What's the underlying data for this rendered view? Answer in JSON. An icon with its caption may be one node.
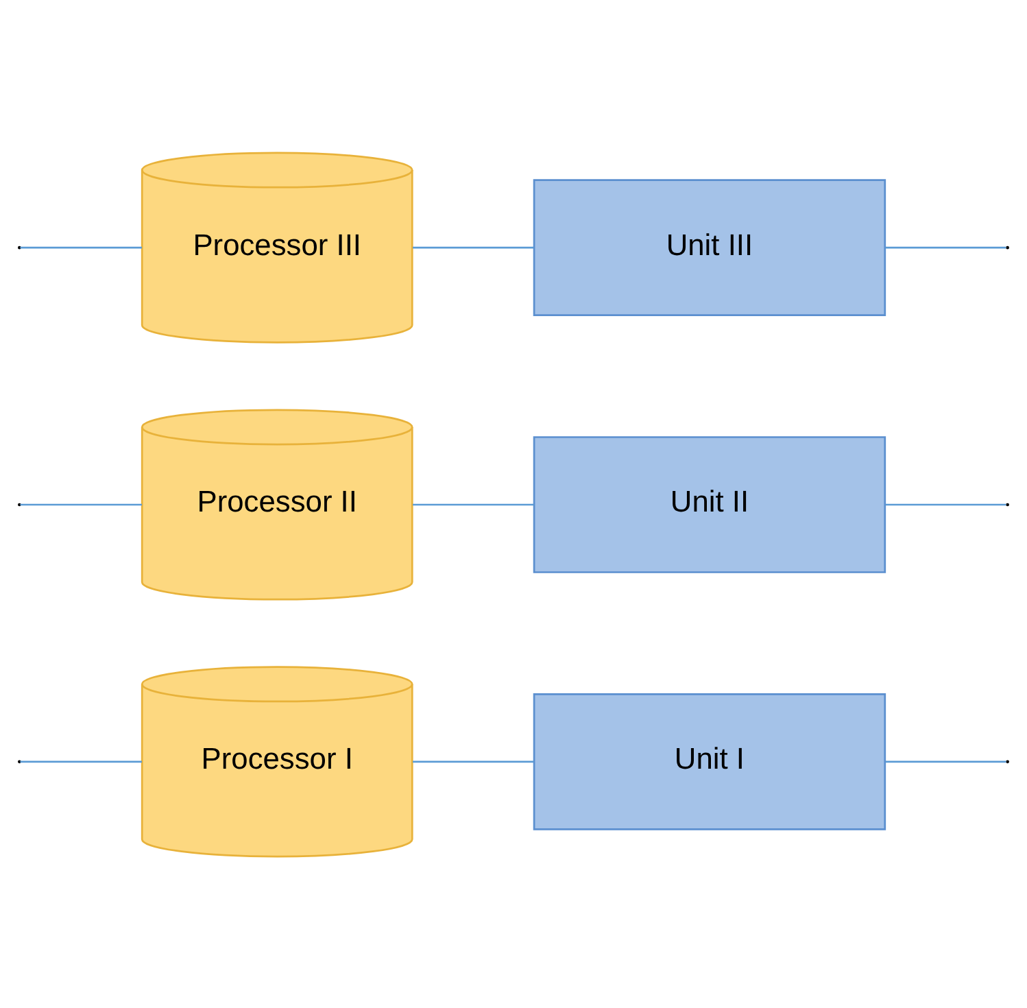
{
  "diagram": {
    "nodes": [
      {
        "text": [
          "Unit I"
        ]
      },
      {
        "text": [
          "Unit II"
        ]
      },
      {
        "text": [
          "Unit III"
        ]
      },
      {
        "text": [
          "Processor I"
        ]
      },
      {
        "text": [
          "Processor II"
        ]
      },
      {
        "text": [
          "Processor III"
        ]
      }
    ],
    "edges": [
      {
        "from": 3,
        "to": 0,
        "arrow": "none"
      },
      {
        "from": 4,
        "to": 1,
        "arrow": "none"
      },
      {
        "from": 5,
        "to": 2,
        "arrow": "none"
      },
      {
        "from": null,
        "to": 3,
        "arrow": "none"
      },
      {
        "from": null,
        "to": 4,
        "arrow": "none"
      },
      {
        "from": null,
        "to": 5,
        "arrow": "none"
      },
      {
        "from": 0,
        "to": null,
        "arrow": "none"
      },
      {
        "from": 1,
        "to": null,
        "arrow": "none"
      },
      {
        "from": 2,
        "to": null,
        "arrow": "none"
      }
    ]
  }
}
